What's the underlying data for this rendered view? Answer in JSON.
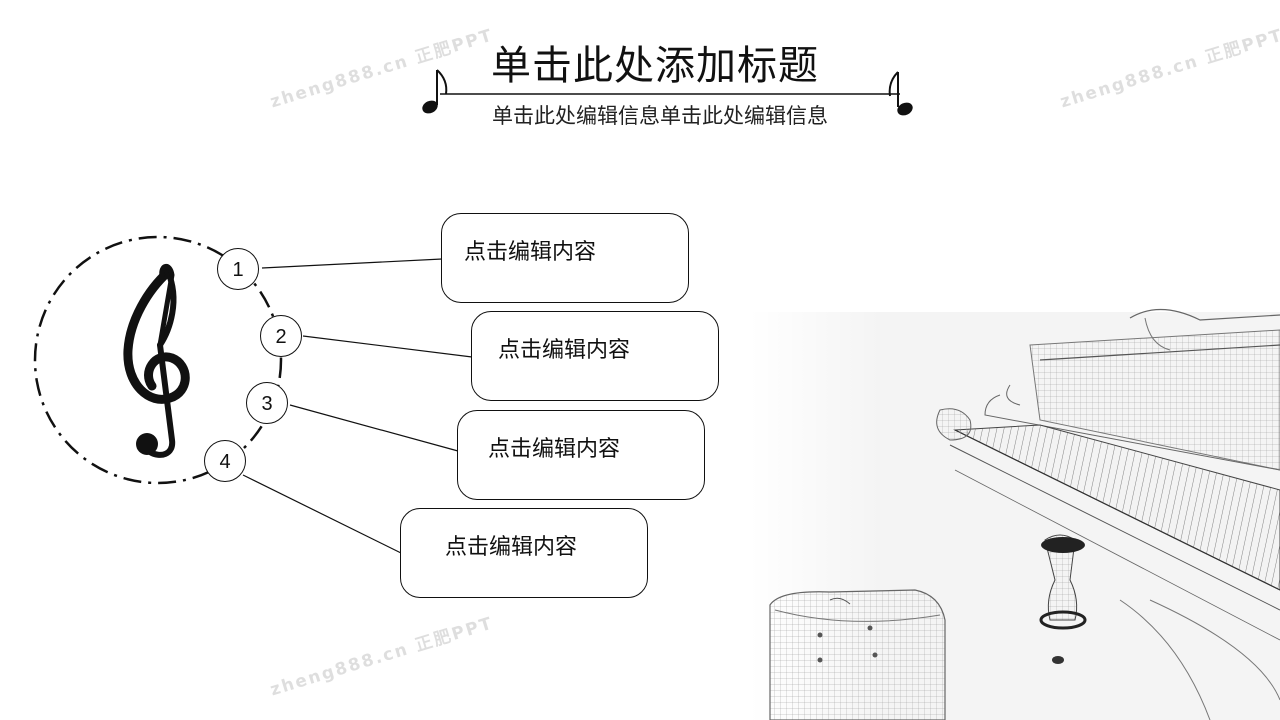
{
  "header": {
    "title": "单击此处添加标题",
    "subtitle": "单击此处编辑信息单击此处编辑信息"
  },
  "watermark": {
    "text": "zheng888.cn 正肥PPT"
  },
  "items": [
    {
      "number": "1",
      "label": "点击编辑内容"
    },
    {
      "number": "2",
      "label": "点击编辑内容"
    },
    {
      "number": "3",
      "label": "点击编辑内容"
    },
    {
      "number": "4",
      "label": "点击编辑内容"
    }
  ],
  "icons": {
    "clef": "treble-clef-icon",
    "note": "music-note-icon"
  }
}
